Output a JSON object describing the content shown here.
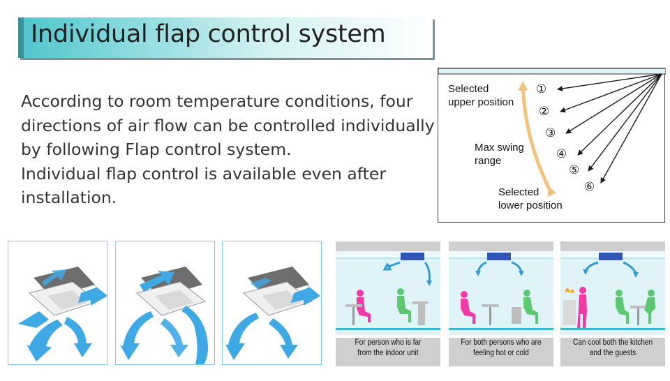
{
  "title": "Individual flap control system",
  "description": [
    "According to room temperature conditions, four",
    "directions of air flow can be controlled individually",
    "by following Flap control system.",
    "Individual flap control is available even after",
    "installation."
  ],
  "flap_diagram": {
    "positions": [
      "①",
      "②",
      "③",
      "④",
      "⑤",
      "⑥"
    ],
    "upper_label": [
      "Selected",
      "upper position"
    ],
    "swing_label": [
      "Max swing",
      "range"
    ],
    "lower_label": [
      "Selected",
      "lower position"
    ],
    "swing_color": "#f5c27e",
    "arrow_color": "#1a1a1a"
  },
  "airflow_panels": [
    {
      "icon": "cassette-unit-four-way-airflow-icon"
    },
    {
      "icon": "cassette-unit-mixed-airflow-icon"
    },
    {
      "icon": "cassette-unit-three-way-airflow-icon"
    }
  ],
  "scenes": [
    {
      "caption": [
        "For person who is far",
        "from the indoor unit"
      ],
      "icon": "person-far-from-unit-scene"
    },
    {
      "caption": [
        "For both persons who are",
        "feeling hot or cold"
      ],
      "icon": "persons-hot-cold-scene"
    },
    {
      "caption": [
        "Can cool both the kitchen",
        "and the guests"
      ],
      "icon": "kitchen-and-guests-scene"
    }
  ],
  "colors": {
    "title_accent": "#4ec5cc",
    "airflow_blue": "#3fa9e6",
    "person_pink": "#f03aa5",
    "person_green": "#5cc870",
    "unit_blue": "#2f56b4"
  }
}
